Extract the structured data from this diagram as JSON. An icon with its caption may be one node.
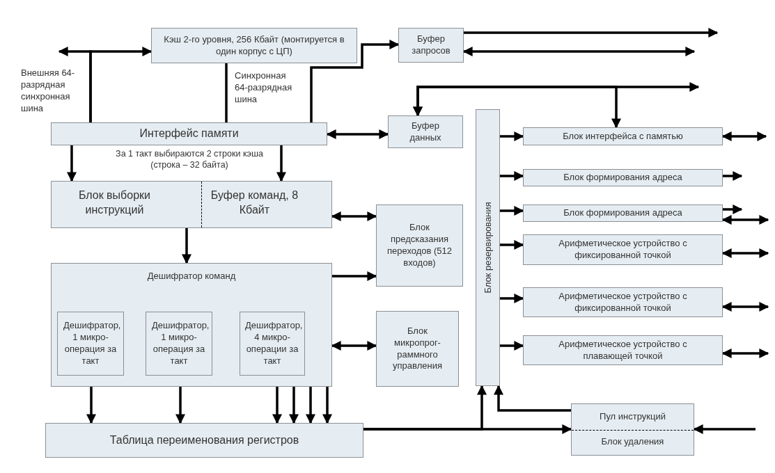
{
  "diagram": {
    "nodes": [
      {
        "text": [
          "Кэш 2-го уровня, 256 Кбайт (монтируется в один корпус с ЦП)"
        ]
      },
      {
        "text": [
          "Буфер запросов"
        ]
      },
      {
        "text": [
          "Интерфейс памяти"
        ]
      },
      {
        "text": [
          "Буфер данных"
        ]
      },
      {
        "text": [
          "Блок выборки инструкций",
          "Буфер команд, 8 Кбайт"
        ]
      },
      {
        "text": [
          "Блок предсказания переходов (512 входов)"
        ]
      },
      {
        "text": [
          "Дешифратор команд"
        ]
      },
      {
        "text": [
          "Дешифратор, 1 микро- операция за такт"
        ],
        "in": 6
      },
      {
        "text": [
          "Дешифратор, 1 микро- операция за такт"
        ],
        "in": 6
      },
      {
        "text": [
          "Дешифратор, 4 микро- операции за такт"
        ],
        "in": 6
      },
      {
        "text": [
          "Блок микропрог- раммного управления"
        ]
      },
      {
        "text": [
          "Блок резервирования"
        ]
      },
      {
        "text": [
          "Блок интерфейса с памятью"
        ]
      },
      {
        "text": [
          "Блок формирования адреса"
        ]
      },
      {
        "text": [
          "Блок формирования адреса"
        ]
      },
      {
        "text": [
          "Арифметическое устройство с фиксированной точкой"
        ]
      },
      {
        "text": [
          "Арифметическое устройство с фиксированной точкой"
        ]
      },
      {
        "text": [
          "Арифметическое устройство с плавающей точкой"
        ]
      },
      {
        "text": [
          "Таблица переименования регистров"
        ]
      },
      {
        "text": [
          "Пул инструкций",
          "Блок удаления"
        ]
      }
    ],
    "edges": [
      {
        "from": 2,
        "to": 0,
        "arrow": "to"
      },
      {
        "from": 2,
        "to": null,
        "arrow": "to"
      },
      {
        "from": 0,
        "to": 2,
        "arrow": "none"
      },
      {
        "from": 2,
        "to": 1,
        "arrow": "to"
      },
      {
        "from": 1,
        "to": null,
        "arrow": "to"
      },
      {
        "from": 1,
        "to": null,
        "arrow": "both"
      },
      {
        "from": 3,
        "to": 12,
        "arrow": "both"
      },
      {
        "from": 3,
        "to": null,
        "arrow": "both"
      },
      {
        "from": 2,
        "to": 3,
        "arrow": "both"
      },
      {
        "from": 2,
        "to": 4,
        "arrow": "to"
      },
      {
        "from": 2,
        "to": 4,
        "arrow": "to"
      },
      {
        "from": 4,
        "to": 5,
        "arrow": "both"
      },
      {
        "from": 4,
        "to": 6,
        "arrow": "to"
      },
      {
        "from": 6,
        "to": 5,
        "arrow": "to"
      },
      {
        "from": 6,
        "to": 10,
        "arrow": "both"
      },
      {
        "from": 6,
        "to": 18,
        "arrow": "to"
      },
      {
        "from": 6,
        "to": 18,
        "arrow": "to"
      },
      {
        "from": 6,
        "to": 18,
        "arrow": "to"
      },
      {
        "from": 6,
        "to": 18,
        "arrow": "to"
      },
      {
        "from": 6,
        "to": 18,
        "arrow": "to"
      },
      {
        "from": 6,
        "to": 18,
        "arrow": "to"
      },
      {
        "from": 18,
        "to": 19,
        "arrow": "to"
      },
      {
        "from": 18,
        "to": 11,
        "arrow": "to"
      },
      {
        "from": 19,
        "to": 11,
        "arrow": "to"
      },
      {
        "from": null,
        "to": 19,
        "arrow": "to"
      },
      {
        "from": 11,
        "to": 12,
        "arrow": "to"
      },
      {
        "from": 11,
        "to": 13,
        "arrow": "to"
      },
      {
        "from": 11,
        "to": 14,
        "arrow": "to"
      },
      {
        "from": 11,
        "to": 15,
        "arrow": "to"
      },
      {
        "from": 11,
        "to": 16,
        "arrow": "to"
      },
      {
        "from": 11,
        "to": 17,
        "arrow": "to"
      },
      {
        "from": 12,
        "to": null,
        "arrow": "both"
      },
      {
        "from": 13,
        "to": null,
        "arrow": "to"
      },
      {
        "from": 14,
        "to": null,
        "arrow": "to"
      },
      {
        "from": 14,
        "to": null,
        "arrow": "both"
      },
      {
        "from": 15,
        "to": null,
        "arrow": "both"
      },
      {
        "from": 16,
        "to": null,
        "arrow": "both"
      },
      {
        "from": 17,
        "to": null,
        "arrow": "both"
      }
    ],
    "labels": [
      "Внешняя 64-разрядная синхронная шина",
      "Синхронная 64-разрядная шина",
      "За 1 такт выбираются 2 строки кэша (строка – 32 байта)"
    ]
  }
}
